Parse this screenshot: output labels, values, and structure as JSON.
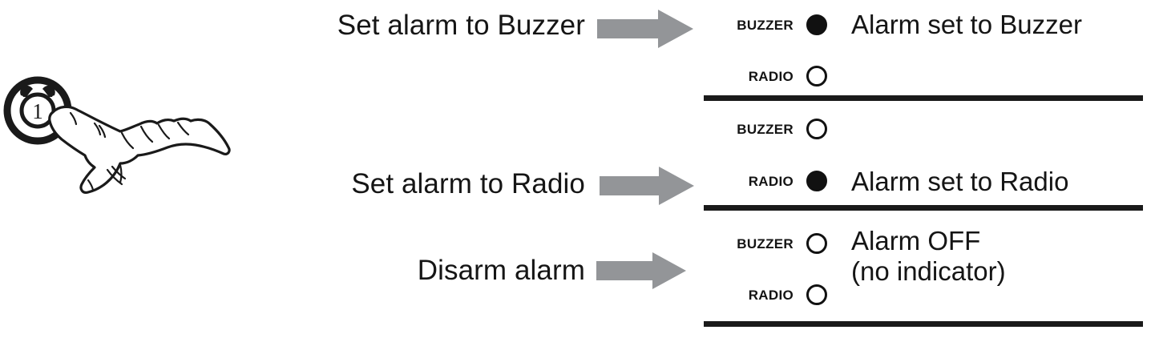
{
  "illustration": {
    "name": "hand-pressing-alarm-button",
    "button_icon": "alarm-clock-icon",
    "button_number": "1",
    "description": "Index finger pressing the alarm button"
  },
  "actions": [
    {
      "id": "set-buzzer",
      "label": "Set alarm to Buzzer",
      "arrow": "right-arrow-icon"
    },
    {
      "id": "set-radio",
      "label": "Set alarm to Radio",
      "arrow": "right-arrow-icon"
    },
    {
      "id": "disarm",
      "label": "Disarm alarm",
      "arrow": "right-arrow-icon"
    }
  ],
  "indicator_groups": [
    {
      "id": "group-buzzer-on",
      "rows": [
        {
          "label": "BUZZER",
          "state": "on"
        },
        {
          "label": "RADIO",
          "state": "off"
        }
      ],
      "result_lines": [
        "Alarm set to Buzzer"
      ]
    },
    {
      "id": "group-radio-on",
      "rows": [
        {
          "label": "BUZZER",
          "state": "off"
        },
        {
          "label": "RADIO",
          "state": "on"
        }
      ],
      "result_lines": [
        "Alarm set to Radio"
      ]
    },
    {
      "id": "group-all-off",
      "rows": [
        {
          "label": "BUZZER",
          "state": "off"
        },
        {
          "label": "RADIO",
          "state": "off"
        }
      ],
      "result_lines": [
        "Alarm OFF",
        "(no indicator)"
      ]
    }
  ],
  "labels": {
    "g1_buzzer": "BUZZER",
    "g1_radio": "RADIO",
    "g2_buzzer": "BUZZER",
    "g2_radio": "RADIO",
    "g3_buzzer": "BUZZER",
    "g3_radio": "RADIO",
    "result1": "Alarm set to Buzzer",
    "result2": "Alarm set to Radio",
    "result3_line1": "Alarm OFF",
    "result3_line2": "(no indicator)",
    "action1": "Set alarm to Buzzer",
    "action2": "Set alarm to Radio",
    "action3": "Disarm alarm"
  },
  "colors": {
    "ink": "#1a1a1a",
    "arrow_gray": "#939598",
    "background": "#ffffff"
  }
}
